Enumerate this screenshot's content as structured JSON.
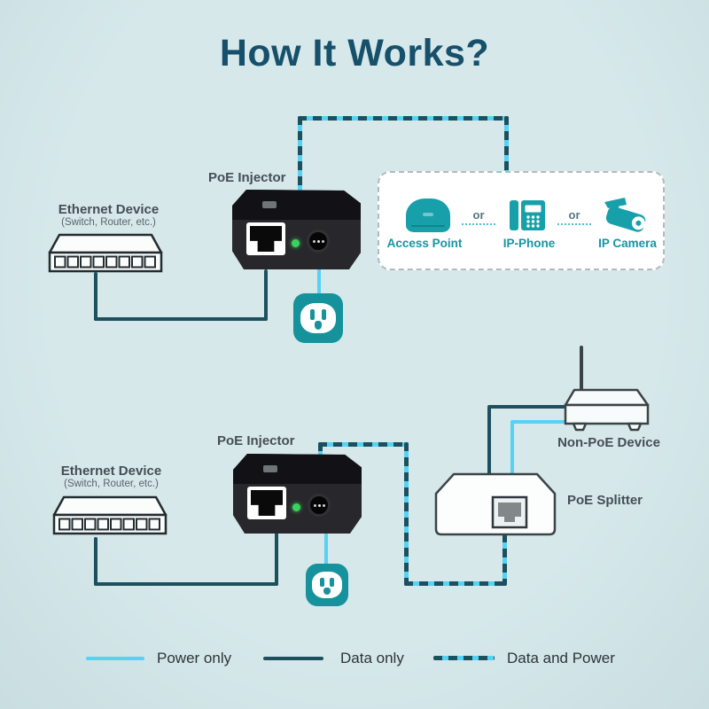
{
  "title": "How It Works?",
  "colors": {
    "background": "#d6e8ea",
    "title": "#16506a",
    "power": "#55d2f4",
    "data": "#1d505f",
    "teal": "#17a0a9",
    "outlet": "#15929c",
    "label": "#454e54",
    "sublabel": "#59646a",
    "teal_label": "#1695a2",
    "or_text": "#4f7780",
    "or_dots": "#4cc0cf",
    "legend_text": "#2e3438"
  },
  "top_diagram": {
    "ethernet_device_label": "Ethernet Device",
    "ethernet_device_sublabel": "(Switch, Router, etc.)",
    "poe_injector_label": "PoE Injector",
    "device_box": {
      "access_point_label": "Access Point",
      "or_1": "or",
      "ip_phone_label": "IP-Phone",
      "or_2": "or",
      "ip_camera_label": "IP Camera"
    }
  },
  "bottom_diagram": {
    "ethernet_device_label": "Ethernet Device",
    "ethernet_device_sublabel": "(Switch, Router, etc.)",
    "poe_injector_label": "PoE Injector",
    "non_poe_device_label": "Non-PoE Device",
    "poe_splitter_label": "PoE Splitter"
  },
  "legend": {
    "power_only": "Power only",
    "data_only": "Data only",
    "data_and_power": "Data and Power"
  }
}
